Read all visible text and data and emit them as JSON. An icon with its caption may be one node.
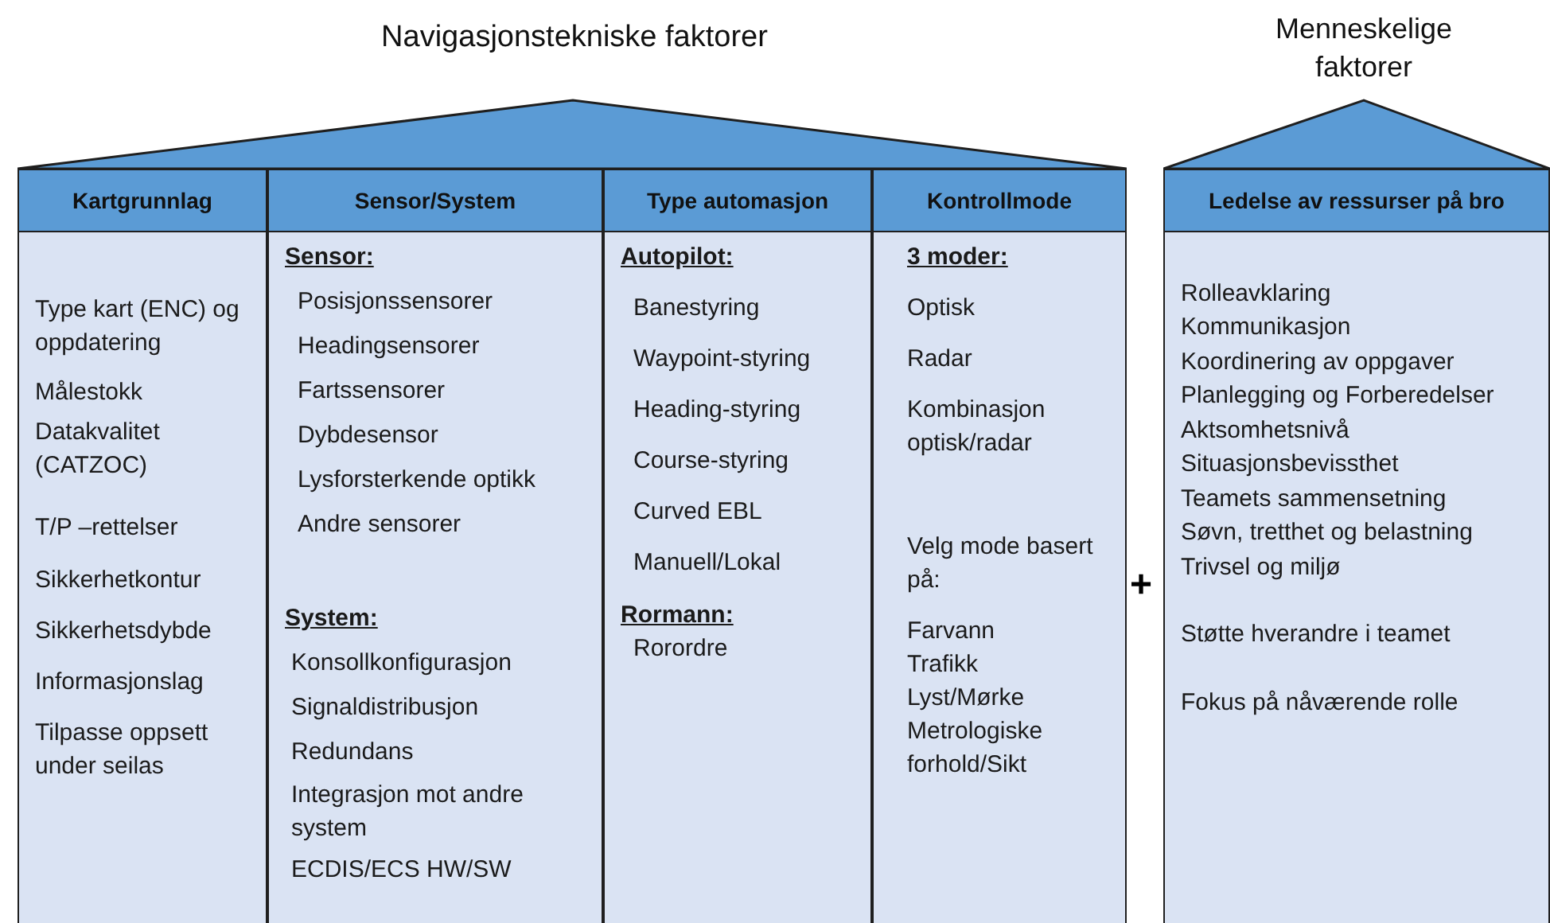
{
  "diagram": {
    "nodes": [
      {
        "text": [
          "Navigasjonstekniske faktorer"
        ]
      },
      {
        "text": [
          "Menneskelige faktorer"
        ]
      },
      {
        "text": [
          "Kartgrunnlag",
          "Type kart (ENC) og oppdatering",
          "Målestokk",
          "Datakvalitet (CATZOC)",
          "T/P –rettelser",
          "Sikkerhetkontur",
          "Sikkerhetsdybde",
          "Informasjonslag",
          "Tilpasse oppsett under seilas"
        ]
      },
      {
        "text": [
          "Sensor/System",
          "Sensor:",
          "Posisjonssensorer",
          "Headingsensorer",
          "Fartssensorer",
          "Dybdesensor",
          "Lysforsterkende optikk",
          "Andre sensorer",
          "System:",
          "Konsollkonfigurasjon",
          "Signaldistribusjon",
          "Redundans",
          "Integrasjon mot andre system",
          "ECDIS/ECS HW/SW"
        ]
      },
      {
        "text": [
          "Type automasjon",
          "Autopilot:",
          "Banestyring",
          "Waypoint-styring",
          "Heading-styring",
          "Course-styring",
          "Curved EBL",
          "Manuell/Lokal",
          "Rormann:",
          "Rorordre"
        ]
      },
      {
        "text": [
          "Kontrollmode",
          "3 moder:",
          "Optisk",
          "Radar",
          "Kombinasjon optisk/radar",
          "Velg mode basert på:",
          "Farvann",
          "Trafikk",
          "Lyst/Mørke",
          "Metrologiske forhold/Sikt"
        ]
      },
      {
        "text": [
          "Ledelse av ressurser på bro",
          "Rolleavklaring",
          "Kommunikasjon",
          "Koordinering av oppgaver",
          "Planlegging og Forberedelser",
          "Aktsomhetsnivå",
          "Situasjonsbevissthet",
          "Teamets sammensetning",
          "Søvn, tretthet og belastning",
          "Trivsel og miljø",
          "Støtte hverandre i teamet",
          "Fokus på nåværende rolle"
        ]
      }
    ],
    "labels": [
      "+"
    ]
  }
}
